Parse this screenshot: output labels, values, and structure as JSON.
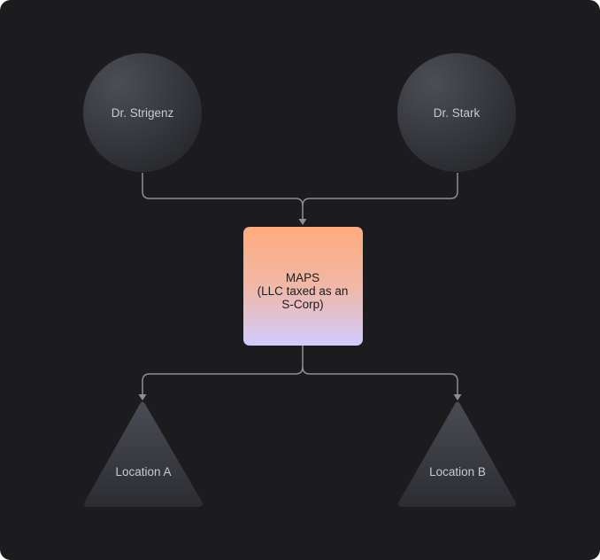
{
  "owners": [
    {
      "name": "Dr. Strigenz"
    },
    {
      "name": "Dr. Stark"
    }
  ],
  "entity": {
    "lines": [
      "MAPS",
      "(LLC taxed as an",
      "S-Corp)"
    ]
  },
  "locations": [
    {
      "name": "Location A"
    },
    {
      "name": "Location B"
    }
  ],
  "colors": {
    "background": "#1c1c1f",
    "node_fill_top": "#4a4c53",
    "node_fill_bottom": "#26272b",
    "entity_gradient_top": "#ffab7e",
    "entity_gradient_bottom": "#d4ccff",
    "connector": "#8c8e94",
    "label": "#c9cacf"
  }
}
